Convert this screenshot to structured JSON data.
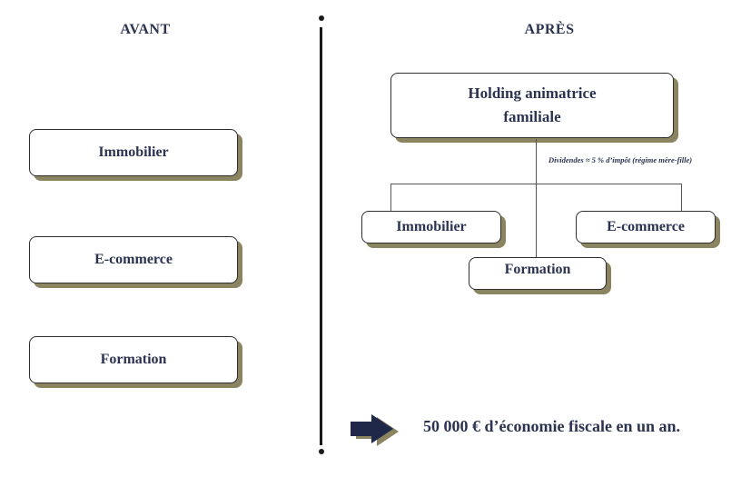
{
  "avant": {
    "heading": "AVANT",
    "entities": [
      "Immobilier",
      "E-commerce",
      "Formation"
    ]
  },
  "apres": {
    "heading": "APRÈS",
    "holding": {
      "line1": "Holding animatrice",
      "line2": "familiale"
    },
    "dividends_note": "Dividendes ≈ 5 % d’impôt (régime mère-fille)",
    "subsidiaries": [
      "Immobilier",
      "E-commerce",
      "Formation"
    ]
  },
  "summary": {
    "text": "50 000 € d’économie fiscale en un an.",
    "arrow_icon": "right-arrow-icon"
  },
  "colors": {
    "text": "#2c3350",
    "shadow": "#8a8460",
    "arrow": "#20284a",
    "divider": "#1a1a1a"
  }
}
